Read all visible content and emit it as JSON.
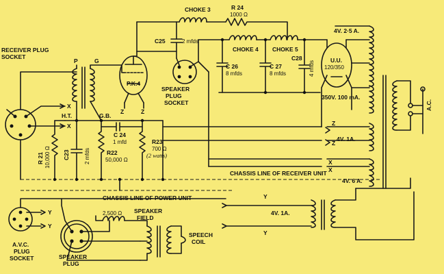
{
  "labels": {
    "choke3": "CHOKE 3",
    "r24": "R 24",
    "r24_val": "1000 Ω",
    "c25": "C25",
    "c25_val": "2 mfds",
    "choke4": "CHOKE 4",
    "choke5": "CHOKE 5",
    "c28": "C28",
    "c28_val": "4 mfds",
    "tx_4v25a": "4V. 2·5 A.",
    "c26": "C 26",
    "c26_val": "8 mfds",
    "c27": "C 27",
    "c27_val": "8 mfds",
    "uu": "U.U.",
    "uu_val": "120/350",
    "tx_350v": "350V. 100 mA.",
    "receiver_plug_1": "RECEIVER PLUG",
    "receiver_plug_2": "SOCKET",
    "p": "P",
    "g": "G",
    "pk4": "P.K.4",
    "speaker_plug_1": "SPEAKER",
    "speaker_plug_2": "PLUG",
    "speaker_plug_3": "SOCKET",
    "ht": "H.T.",
    "gb": "G.B.",
    "z_tube": "Z",
    "z_tube2": "Z",
    "x1": "X",
    "x2": "X",
    "r21": "R 21",
    "r21_val": "10,000 Ω",
    "c23": "C23",
    "c23_val": "2 mfds",
    "c24": "C 24",
    "c24_val": "1 mfd",
    "r22": "R22",
    "r22_val": "50,000 Ω",
    "r23": "R23",
    "r23_val": "700 Ω",
    "r23_note": "(2 watts)",
    "z_right1": "Z",
    "z_right2": "Z",
    "tx_4v1a": "4V. 1A.",
    "x_right1": "X",
    "x_right2": "X",
    "chassis_receiver": "CHASSIS LINE OF RECEIVER UNIT",
    "tx_4v6a": "4V. 6 A.",
    "ac": "A.C.",
    "chassis_power": "CHASSIS LINE OF POWER UNIT",
    "y_left1": "Y",
    "y_left2": "Y",
    "speaker_field_1": "SPEAKER",
    "speaker_field_2": "FIELD",
    "speaker_field_val": "2,500 Ω",
    "y_right1": "Y",
    "y_right2": "Y",
    "tx_4v1a_b": "4V. 1A.",
    "speech_coil_1": "SPEECH",
    "speech_coil_2": "COIL",
    "avc_1": "A.V.C.",
    "avc_2": "PLUG",
    "avc_3": "SOCKET",
    "speaker_plug_b_1": "SPEAKER",
    "speaker_plug_b_2": "PLUG"
  }
}
